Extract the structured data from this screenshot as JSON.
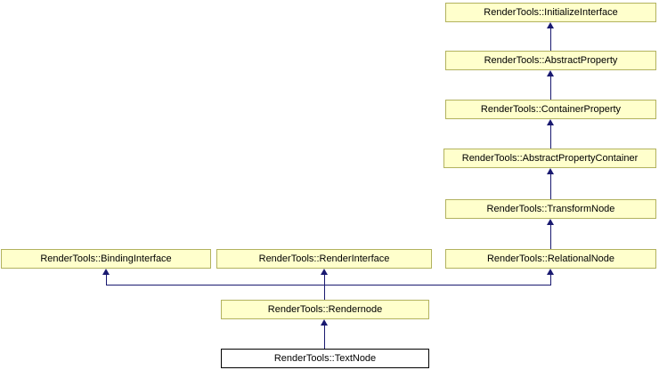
{
  "colors": {
    "page_bg": "#ffffff",
    "node_fill": "#ffffcc",
    "node_border": "#b2b25e",
    "current_node_fill": "#ffffff",
    "current_node_border": "#000000",
    "edge_color": "#191970"
  },
  "nodes": {
    "initialize_interface": {
      "label": "RenderTools::InitializeInterface"
    },
    "abstract_property": {
      "label": "RenderTools::AbstractProperty"
    },
    "container_property": {
      "label": "RenderTools::ContainerProperty"
    },
    "abstract_property_container": {
      "label": "RenderTools::AbstractPropertyContainer"
    },
    "transform_node": {
      "label": "RenderTools::TransformNode"
    },
    "relational_node": {
      "label": "RenderTools::RelationalNode"
    },
    "binding_interface": {
      "label": "RenderTools::BindingInterface"
    },
    "render_interface": {
      "label": "RenderTools::RenderInterface"
    },
    "rendernode": {
      "label": "RenderTools::Rendernode"
    },
    "text_node": {
      "label": "RenderTools::TextNode"
    }
  },
  "edges": [
    {
      "from": "RenderTools::AbstractProperty",
      "to": "RenderTools::InitializeInterface",
      "type": "inheritance"
    },
    {
      "from": "RenderTools::ContainerProperty",
      "to": "RenderTools::AbstractProperty",
      "type": "inheritance"
    },
    {
      "from": "RenderTools::AbstractPropertyContainer",
      "to": "RenderTools::ContainerProperty",
      "type": "inheritance"
    },
    {
      "from": "RenderTools::TransformNode",
      "to": "RenderTools::AbstractPropertyContainer",
      "type": "inheritance"
    },
    {
      "from": "RenderTools::RelationalNode",
      "to": "RenderTools::TransformNode",
      "type": "inheritance"
    },
    {
      "from": "RenderTools::Rendernode",
      "to": "RenderTools::BindingInterface",
      "type": "inheritance"
    },
    {
      "from": "RenderTools::Rendernode",
      "to": "RenderTools::RenderInterface",
      "type": "inheritance"
    },
    {
      "from": "RenderTools::Rendernode",
      "to": "RenderTools::RelationalNode",
      "type": "inheritance"
    },
    {
      "from": "RenderTools::TextNode",
      "to": "RenderTools::Rendernode",
      "type": "inheritance"
    }
  ]
}
